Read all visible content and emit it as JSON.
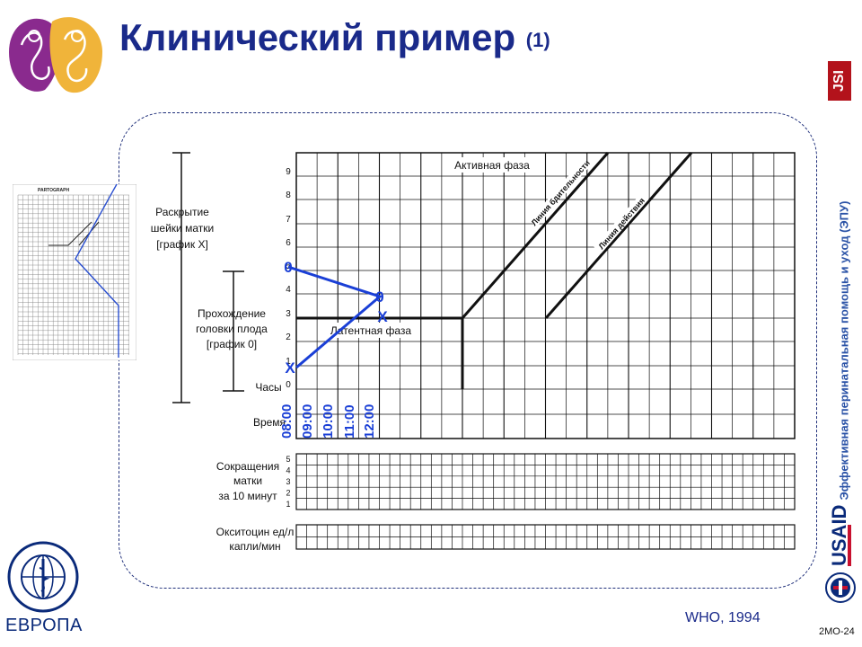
{
  "slide": {
    "title": "Клинический пример",
    "title_suffix": "(1)",
    "side_caption": "Эффективная перинатальная помощь и уход (ЭПУ)",
    "source": "WHO, 1994",
    "slide_number": "2MO-24",
    "who_region": "ЕВРОПА",
    "jsi_logo": "JSI",
    "usaid_logo": "USAID"
  },
  "thumbnail": {
    "heading": "PARTOGRAPH"
  },
  "partograph": {
    "labels": {
      "cervix_line1": "Раскрытие",
      "cervix_line2": "шейки матки",
      "cervix_line3": "[график X]",
      "descent_line1": "Прохождение",
      "descent_line2": "головки плода",
      "descent_line3": "[график 0]",
      "hours": "Часы",
      "time": "Время",
      "active_phase": "Активная фаза",
      "latent_phase": "Латентная фаза",
      "alert_line": "Линия бдительности",
      "action_line": "Линия действия",
      "contractions_line1": "Сокращения",
      "contractions_line2": "матки",
      "contractions_line3": "за 10 минут",
      "oxytocin_line1": "Окситоцин ед/л",
      "oxytocin_line2": "капли/мин"
    },
    "y_ticks": [
      "0",
      "1",
      "2",
      "3",
      "4",
      "5",
      "6",
      "7",
      "8",
      "9"
    ],
    "contraction_ticks": [
      "1",
      "2",
      "3",
      "4",
      "5"
    ],
    "handwritten_times": [
      "08:00",
      "09:00",
      "10:00",
      "11:00",
      "12:00"
    ],
    "handwritten_marks": [
      "0",
      "0",
      "X",
      "X"
    ],
    "colors": {
      "ink": "#1a3fd6",
      "grid": "#111111",
      "title": "#1a2a8a",
      "frame": "#1f2f7a"
    }
  }
}
